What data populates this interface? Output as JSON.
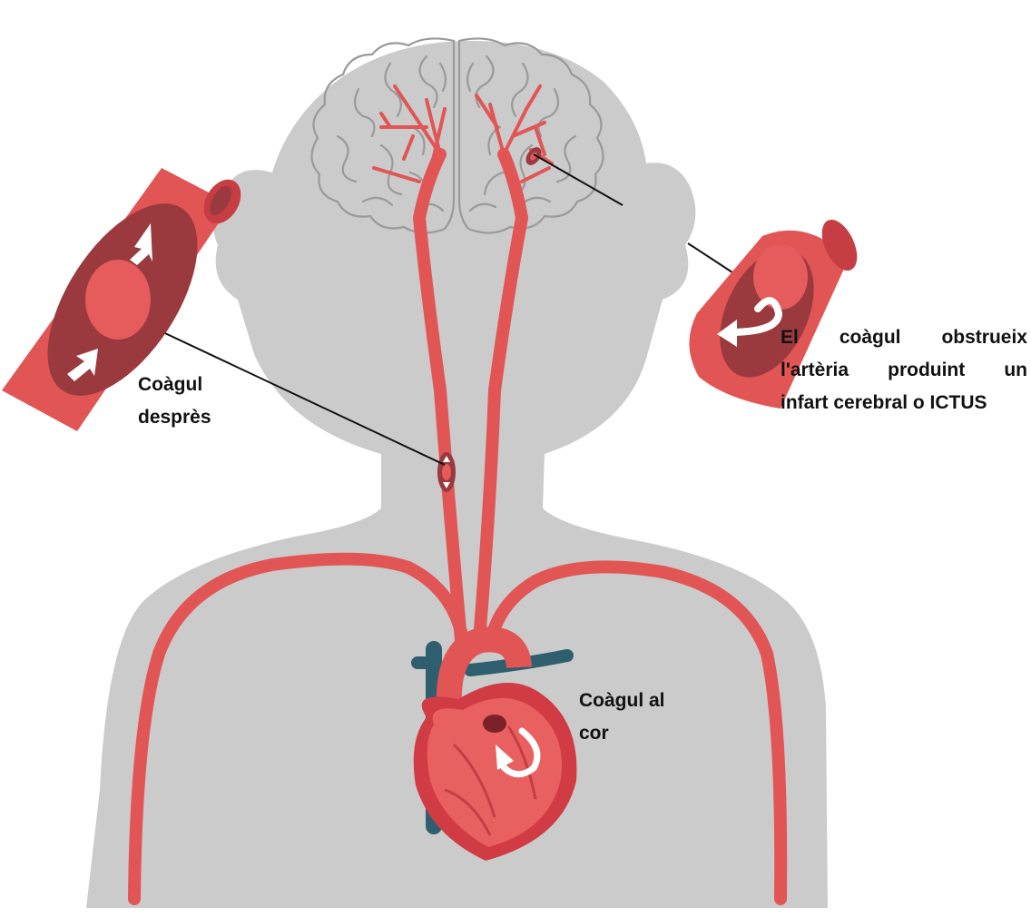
{
  "labels": {
    "detached": [
      "Coàgul",
      "desprès"
    ],
    "heart": [
      "Coàgul al",
      "cor"
    ],
    "stroke": [
      "El coàgul obstrueix",
      "l'artèria produint un",
      "infart cerebral o ICTUS"
    ]
  },
  "colors": {
    "body": "#cbcbcb",
    "artery": "#e25555",
    "artery_dark": "#c63d44",
    "vessel_inner": "#9b3a3e",
    "clot": "#e65b5b",
    "vein": "#2f5f6f",
    "brain_outline": "#9a9a9a",
    "arrow": "#ffffff",
    "text": "#111111"
  }
}
